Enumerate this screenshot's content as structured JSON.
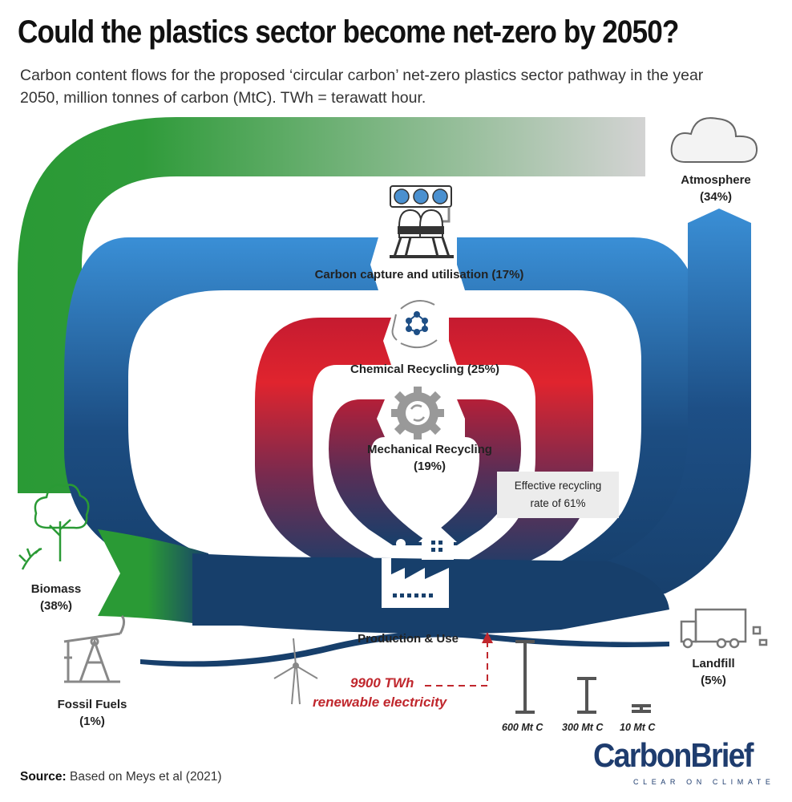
{
  "header": {
    "title": "Could the plastics sector become net-zero by 2050?",
    "subtitle": "Carbon content flows for the proposed ‘circular carbon’ net-zero plastics sector pathway in the year 2050, million tonnes of carbon (MtC). TWh = terawatt hour."
  },
  "nodes": {
    "atmosphere": {
      "name": "Atmosphere",
      "share": "(34%)"
    },
    "ccu": {
      "label": "Carbon capture and utilisation (17%)"
    },
    "chemical": {
      "label": "Chemical Recycling (25%)"
    },
    "mechanical": {
      "name": "Mechanical Recycling",
      "share": "(19%)"
    },
    "biomass": {
      "name": "Biomass",
      "share": "(38%)"
    },
    "fossil": {
      "name": "Fossil Fuels",
      "share": "(1%)"
    },
    "production": {
      "label": "Production & Use"
    },
    "landfill": {
      "name": "Landfill",
      "share": "(5%)"
    }
  },
  "callout": {
    "line1": "Effective recycling",
    "line2": "rate of 61%"
  },
  "electricity": {
    "line1": "9900 TWh",
    "line2": "renewable electricity"
  },
  "scale": {
    "large": "600 Mt C",
    "medium": "300 Mt C",
    "small": "10 Mt C"
  },
  "source": {
    "label": "Source:",
    "text": "Based on Meys et al (2021)"
  },
  "brand": {
    "name": "CarbonBrief",
    "tagline": "CLEAR ON CLIMATE"
  },
  "colors": {
    "dark_blue": "#173f6b",
    "light_blue": "#3a8fd6",
    "red": "#e0242e",
    "green": "#2a9a35",
    "grey": "#d0d0d0",
    "accent_red": "#c0272d"
  }
}
